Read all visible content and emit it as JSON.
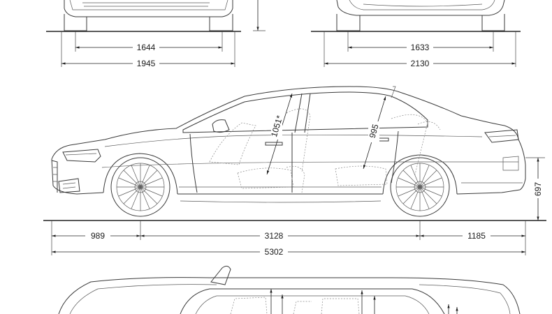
{
  "dimensions": {
    "front_track": "1644",
    "front_width": "1945",
    "rear_track": "1633",
    "rear_width_mirrors": "2130",
    "front_overhang": "989",
    "wheelbase": "3128",
    "rear_overhang": "1185",
    "length": "5302",
    "height": "697",
    "front_headroom": "1051*",
    "rear_headroom": "995"
  },
  "colors": {
    "line": "#3a3a3a",
    "background": "#ffffff"
  }
}
